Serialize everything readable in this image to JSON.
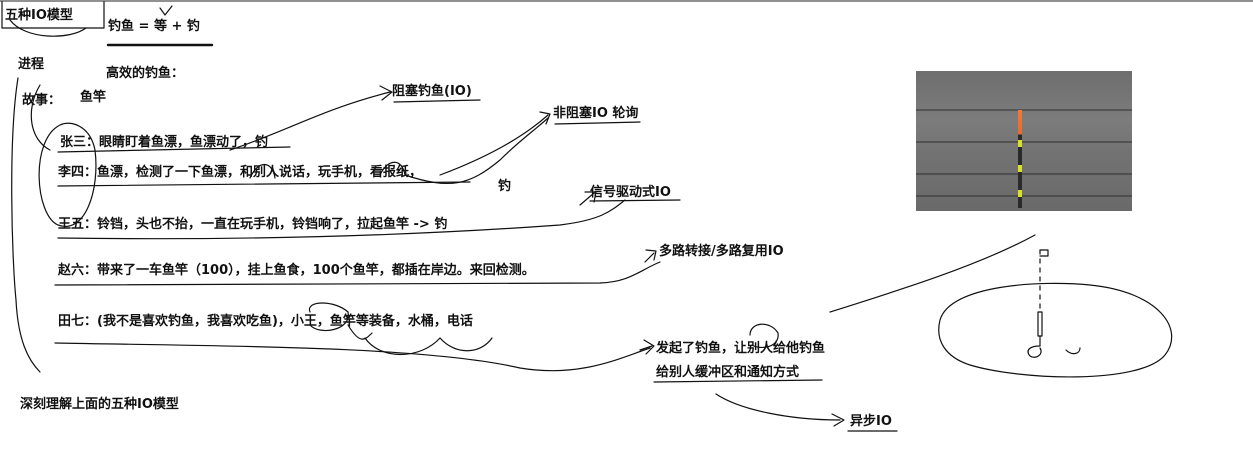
{
  "texts": {
    "five_io_models": "五种IO模型",
    "formula": "钓鱼 = 等 + 钓",
    "process": "进程",
    "efficient_fishing": "高效的钓鱼：",
    "story": "故事：",
    "fishing_rod": "鱼竿",
    "blocking_io": "阻塞钓鱼(IO)",
    "non_blocking_io": "非阻塞IO 轮询",
    "zhangsan": "张三：眼睛盯着鱼漂，鱼漂动了，钓",
    "lisi": "李四：鱼漂，检测了一下鱼漂，和别人说话，玩手机，看报纸，",
    "diao": "钓",
    "signal_io": "信号驱动式IO",
    "wangwu": "王五：铃铛，头也不抬，一直在玩手机，铃铛响了，拉起鱼竿 -> 钓",
    "multiplex_io": "多路转接/多路复用IO",
    "zhaoliu": "赵六：带来了一车鱼竿（100），挂上鱼食，100个鱼竿，都插在岸边。来回检测。",
    "tianqi": "田七：(我不是喜欢钓鱼，我喜欢吃鱼)，小王，鱼竿等装备，水桶，电话",
    "initiated_fishing": "发起了钓鱼，让别人给他钓鱼",
    "give_buffer": "给别人缓冲区和通知方式",
    "async_io": "异步IO",
    "understand": "深刻理解上面的五种IO模型"
  },
  "colors": {
    "ink": "#111111",
    "float_orange": "#e96a2e",
    "float_yellow": "#d8e02a"
  }
}
